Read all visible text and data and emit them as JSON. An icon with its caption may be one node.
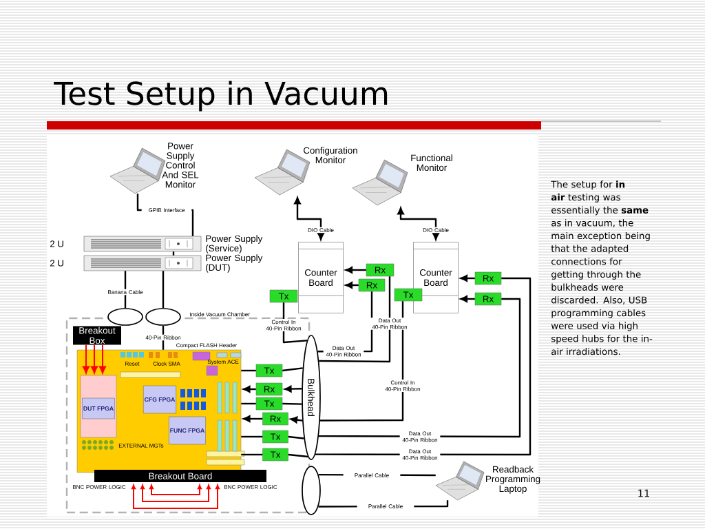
{
  "diagram": {
    "title": "Test Setup in Vacuum",
    "nodes": [
      {
        "text": [],
        "shape": "picture",
        "beside": [
          "Power Supply Control And SEL Monitor"
        ]
      },
      {
        "text": [],
        "shape": "picture",
        "beside": [
          "Configuration Monitor"
        ]
      },
      {
        "text": [],
        "shape": "picture",
        "beside": [
          "Functional Monitor"
        ]
      },
      {
        "text": [],
        "shape": "box",
        "beside": [
          "Power Supply (Service)"
        ]
      },
      {
        "text": [],
        "shape": "box",
        "beside": [
          "Power Supply (DUT)"
        ]
      },
      {
        "text": [
          "Counter Board"
        ]
      },
      {
        "text": [
          "Counter Board"
        ]
      },
      {
        "text": [
          "Rx"
        ]
      },
      {
        "text": [
          "Rx"
        ]
      },
      {
        "text": [
          "Tx"
        ]
      },
      {
        "text": [
          "Tx"
        ]
      },
      {
        "text": [
          "Rx"
        ]
      },
      {
        "text": [
          "Rx"
        ]
      },
      {
        "text": [
          "Inside Vacuum Chamber"
        ]
      },
      {
        "text": [
          "Breakout Box"
        ],
        "in": 13
      },
      {
        "text": [],
        "shape": "box",
        "in": 13
      },
      {
        "text": [],
        "shape": "box",
        "in": 15
      },
      {
        "text": [
          "DUT FPGA"
        ],
        "in": 16
      },
      {
        "text": [
          "CFG FPGA"
        ],
        "in": 15
      },
      {
        "text": [
          "FUNC FPGA"
        ],
        "in": 15
      },
      {
        "text": [
          "Breakout Board"
        ],
        "in": 13,
        "beside": [
          "BNC POWER LOGIC",
          "BNC POWER LOGIC"
        ]
      },
      {
        "text": [
          "Tx"
        ],
        "in": 13
      },
      {
        "text": [
          "Rx"
        ],
        "in": 13
      },
      {
        "text": [
          "Tx"
        ],
        "in": 13
      },
      {
        "text": [
          "Rx"
        ],
        "in": 13
      },
      {
        "text": [
          "Tx"
        ],
        "in": 13
      },
      {
        "text": [
          "Tx"
        ],
        "in": 13
      },
      {
        "text": [
          "Bulkhead"
        ]
      },
      {
        "text": [],
        "shape": "ellipse"
      },
      {
        "text": [],
        "shape": "picture",
        "beside": [
          "Readback Programming Laptop"
        ]
      },
      {
        "text": [],
        "shape": "ellipse"
      },
      {
        "text": [],
        "shape": "ellipse"
      }
    ],
    "edges": [
      {
        "from": 0,
        "to": 3,
        "arrow": "none",
        "label": "GPIB Interface"
      },
      {
        "from": 3,
        "to": 4,
        "arrow": "none"
      },
      {
        "from": 4,
        "to": 30,
        "arrow": "none",
        "label": "Banana Cable"
      },
      {
        "from": 4,
        "to": 31,
        "arrow": "none"
      },
      {
        "from": 31,
        "to": 15,
        "arrow": "none",
        "label": "40-Pin Ribbon"
      },
      {
        "from": 5,
        "to": 1,
        "arrow": "both",
        "label": "DIO Cable"
      },
      {
        "from": 6,
        "to": 2,
        "arrow": "both",
        "label": "DIO Cable"
      },
      {
        "from": 7,
        "to": 5,
        "arrow": "to"
      },
      {
        "from": 8,
        "to": 5,
        "arrow": "to"
      },
      {
        "from": 11,
        "to": 6,
        "arrow": "to"
      },
      {
        "from": 12,
        "to": 6,
        "arrow": "to"
      },
      {
        "from": 9,
        "to": 27,
        "arrow": "none",
        "label": "Control In 40-Pin Ribbon"
      },
      {
        "from": 27,
        "to": 7,
        "arrow": "none",
        "label": "Data Out 40-Pin Ribbon"
      },
      {
        "from": 27,
        "to": 8,
        "arrow": "none",
        "label": "Data Out 40-Pin Ribbon"
      },
      {
        "from": 10,
        "to": 27,
        "arrow": "none",
        "label": "Control In 40-Pin Ribbon"
      },
      {
        "from": 27,
        "to": 12,
        "arrow": "none",
        "label": "Data Out 40-Pin Ribbon"
      },
      {
        "from": 27,
        "to": 11,
        "arrow": "none",
        "label": "Data Out 40-Pin Ribbon"
      },
      {
        "from": 21,
        "to": 27,
        "arrow": "none"
      },
      {
        "from": 27,
        "to": 22,
        "arrow": "to"
      },
      {
        "from": 23,
        "to": 27,
        "arrow": "none"
      },
      {
        "from": 27,
        "to": 24,
        "arrow": "to"
      },
      {
        "from": 25,
        "to": 27,
        "arrow": "none"
      },
      {
        "from": 26,
        "to": 27,
        "arrow": "none"
      },
      {
        "from": 15,
        "to": 21,
        "arrow": "none"
      },
      {
        "from": 22,
        "to": 15,
        "arrow": "to"
      },
      {
        "from": 15,
        "to": 23,
        "arrow": "none"
      },
      {
        "from": 24,
        "to": 15,
        "arrow": "to"
      },
      {
        "from": 15,
        "to": 25,
        "arrow": "none"
      },
      {
        "from": 15,
        "to": 26,
        "arrow": "none"
      },
      {
        "from": 28,
        "to": 29,
        "arrow": "none",
        "label": "Parallel Cable"
      },
      {
        "from": 28,
        "to": 29,
        "arrow": "none",
        "label": "Parallel Cable"
      },
      {
        "from": 14,
        "to": 16,
        "arrow": "to",
        "color": "#ff0000"
      },
      {
        "from": 14,
        "to": 16,
        "arrow": "to",
        "color": "#ff0000"
      },
      {
        "from": 14,
        "to": 16,
        "arrow": "to",
        "color": "#ff0000"
      }
    ],
    "labels": [
      "2 U",
      "2 U",
      "Compact FLASH Header",
      "Reset",
      "Clock SMA",
      "System ACE",
      "EXTERNAL MGTs",
      "The setup for **in air** testing was essentially the **same** as in vacuum, the main exception being that the adapted connections for getting through the bulkheads were discarded. Also, USB programming cables were used via high speed hubs for the in-air irradiations.",
      "11"
    ]
  }
}
